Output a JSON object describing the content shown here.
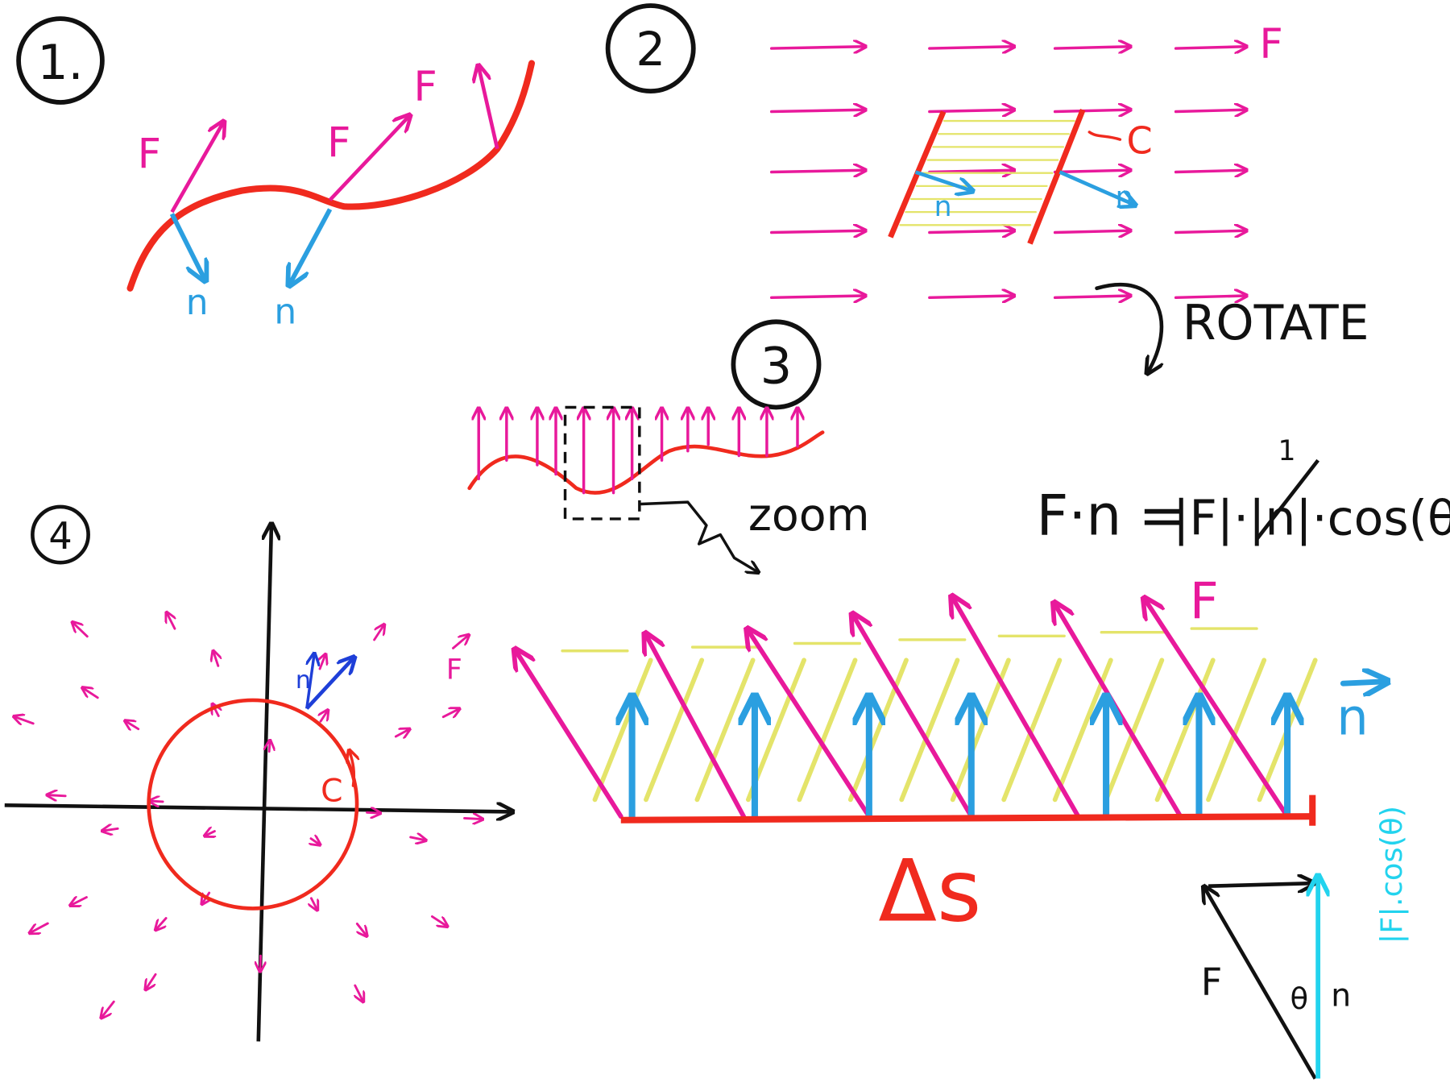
{
  "colors": {
    "field": "#e8199b",
    "curve": "#f02a1e",
    "normal": "#2b9fe0",
    "normal_dark": "#1e3fd8",
    "hatch": "#e4e46a",
    "ink": "#111111",
    "cyan": "#22d3ee"
  },
  "panel1": {
    "number": "1.",
    "force_label": "F",
    "normal_label": "n"
  },
  "panel2": {
    "number": "2",
    "force_label": "F",
    "normal_label": "n",
    "curve_label": "C",
    "rotate_label": "ROTATE"
  },
  "panel3": {
    "number": "3",
    "zoom_label": "zoom"
  },
  "panel4": {
    "number": "4",
    "force_label": "F",
    "normal_label": "n",
    "curve_label": "C"
  },
  "formula": {
    "lhs": "F·n",
    "equals": "=",
    "rhs": "|F|·|n|·cos(θ)",
    "crossed_value": "1"
  },
  "zoomed": {
    "force_label": "F",
    "normal_label": "n",
    "length_label": "Δs"
  },
  "triangle": {
    "force_label": "F",
    "normal_label": "n",
    "angle_label": "θ",
    "projection_label": "|F|.cos(θ)"
  }
}
